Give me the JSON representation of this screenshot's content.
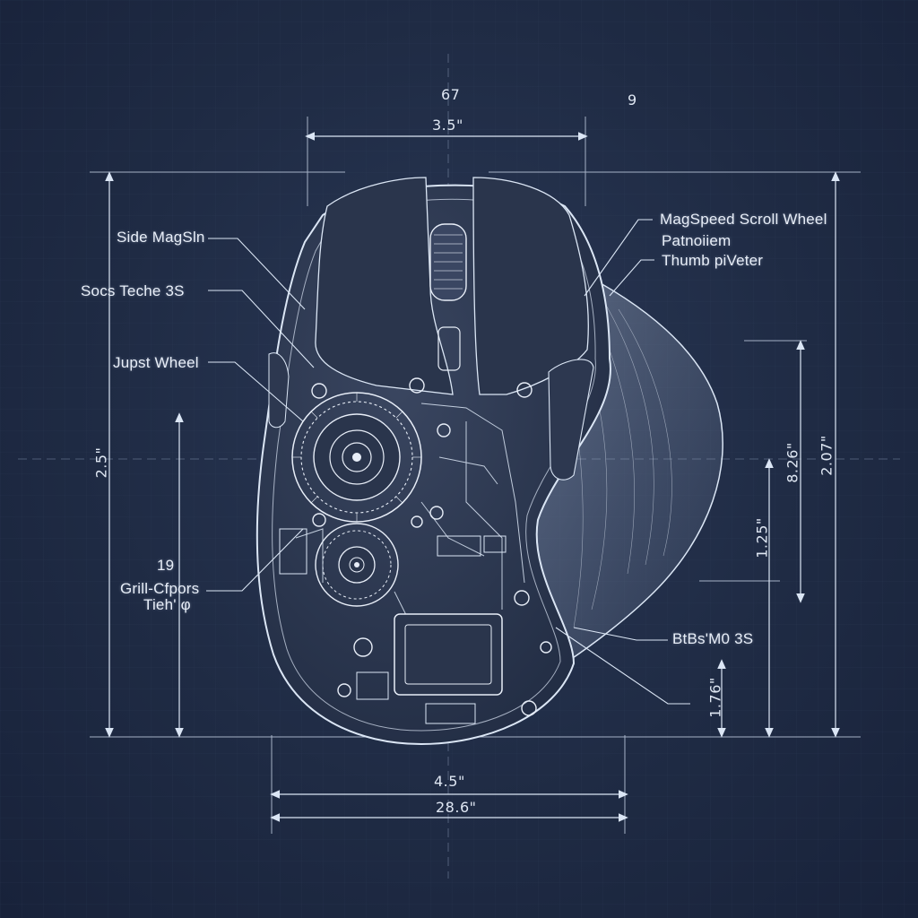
{
  "callouts": {
    "side_mags": "Side MagSln",
    "soces_teche": "Socs Teche 3S",
    "jupst_wheel": "Jupst Wheel",
    "grip_num": "19",
    "grill_cfpors": "Grill-Cfpors",
    "tieh": "Tieh' φ",
    "magspeed": "MagSpeed Scroll Wheel",
    "patnoiiem": "Patnoiiem",
    "thumb_pivoter": "Thumb piVeter",
    "btbs": "BtBs'M0 3S"
  },
  "dimensions": {
    "top_small_a": "67",
    "top_small_b": "9",
    "top_width": "3.5\"",
    "left_height": "2.5\"",
    "right_outer": "2.07\"",
    "right_inner": "8.26\"",
    "right_mid": "1.25\"",
    "right_low": "1.76\"",
    "bottom_a": "4.5\"",
    "bottom_b": "28.6\""
  },
  "colors": {
    "background": "#1f2b44",
    "line": "#dbe6f5",
    "shell": "#2e3a52"
  }
}
